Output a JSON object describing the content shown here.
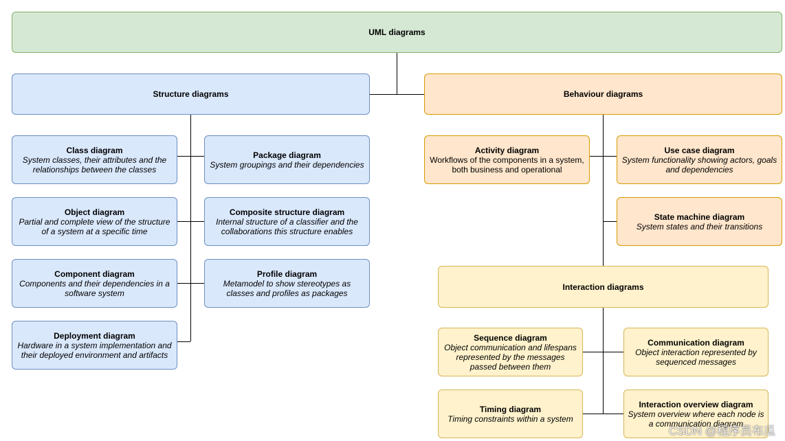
{
  "root": {
    "title": "UML diagrams"
  },
  "structure": {
    "title": "Structure diagrams",
    "class": {
      "title": "Class diagram",
      "desc": "System classes, their attributes and  the relationships between the classes"
    },
    "package": {
      "title": "Package diagram",
      "desc": "System groupings and their dependencies"
    },
    "object": {
      "title": "Object diagram",
      "desc": "Partial and complete view of the structure of a system at a specific time"
    },
    "composite": {
      "title": "Composite structure diagram",
      "desc": "Internal structure of a classifier and the collaborations this structure enables"
    },
    "component": {
      "title": "Component diagram",
      "desc": "Components and their dependencies in a software system"
    },
    "profile": {
      "title": "Profile diagram",
      "desc": "Metamodel to show stereotypes as classes and profiles as packages"
    },
    "deployment": {
      "title": "Deployment diagram",
      "desc": "Hardware in a system implementation and their deployed environment and artifacts"
    }
  },
  "behaviour": {
    "title": "Behaviour diagrams",
    "activity": {
      "title": "Activity diagram",
      "desc": "Workflows of the components in a system, both business and operational"
    },
    "usecase": {
      "title": "Use case diagram",
      "desc": "System functionality showing actors, goals and dependencies"
    },
    "statemachine": {
      "title": "State machine diagram",
      "desc": "System states and their transitions"
    }
  },
  "interaction": {
    "title": "Interaction diagrams",
    "sequence": {
      "title": "Sequence diagram",
      "desc": "Object communication and lifespans represented by the messages passed between them"
    },
    "communication": {
      "title": "Communication diagram",
      "desc": "Object interaction represented by sequenced messages"
    },
    "timing": {
      "title": "Timing diagram",
      "desc": "Timing constraints within a system"
    },
    "overview": {
      "title": "Interaction overview diagram",
      "desc": "System overview where each node is a communication diagram"
    }
  },
  "watermark": "CSDN @程序员布瓜",
  "colors": {
    "root_fill": "#d5e8d4",
    "structure_fill": "#dae8fc",
    "behaviour_fill": "#ffe6cc",
    "interaction_fill": "#fff2cc",
    "line": "#000000"
  }
}
